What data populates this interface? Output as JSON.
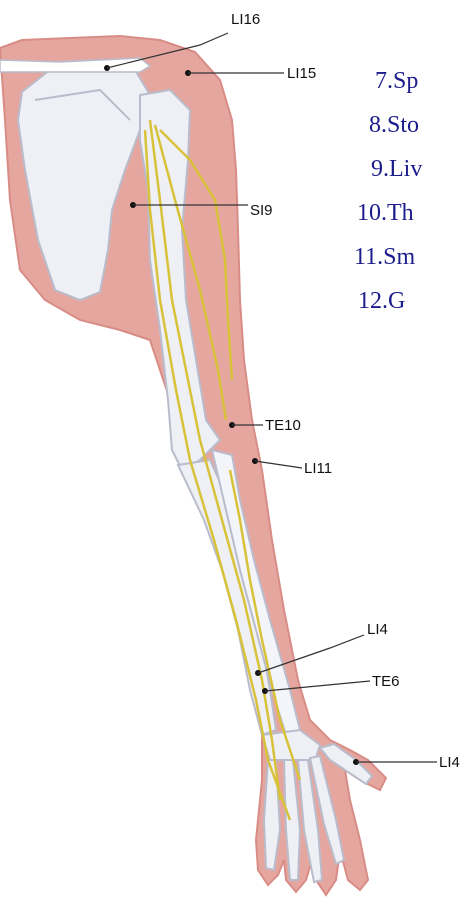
{
  "labels": {
    "li16": "LI16",
    "li15": "LI15",
    "si9": "SI9",
    "te10": "TE10",
    "li11": "LI11",
    "li4_upper": "LI4",
    "te6": "TE6",
    "li4_hand": "LI4"
  },
  "list_items": [
    "7.Sp",
    "8.Sto",
    "9.Liv",
    "10.Th",
    "11.Sm",
    "12.G"
  ],
  "colors": {
    "skin": "#e6a6a0",
    "skin_dark": "#d98c86",
    "bone": "#eef0f6",
    "bone_shadow": "#b9bccb",
    "nerve": "#d8c23a",
    "leader": "#333333",
    "list_text": "#1c1c8c"
  }
}
